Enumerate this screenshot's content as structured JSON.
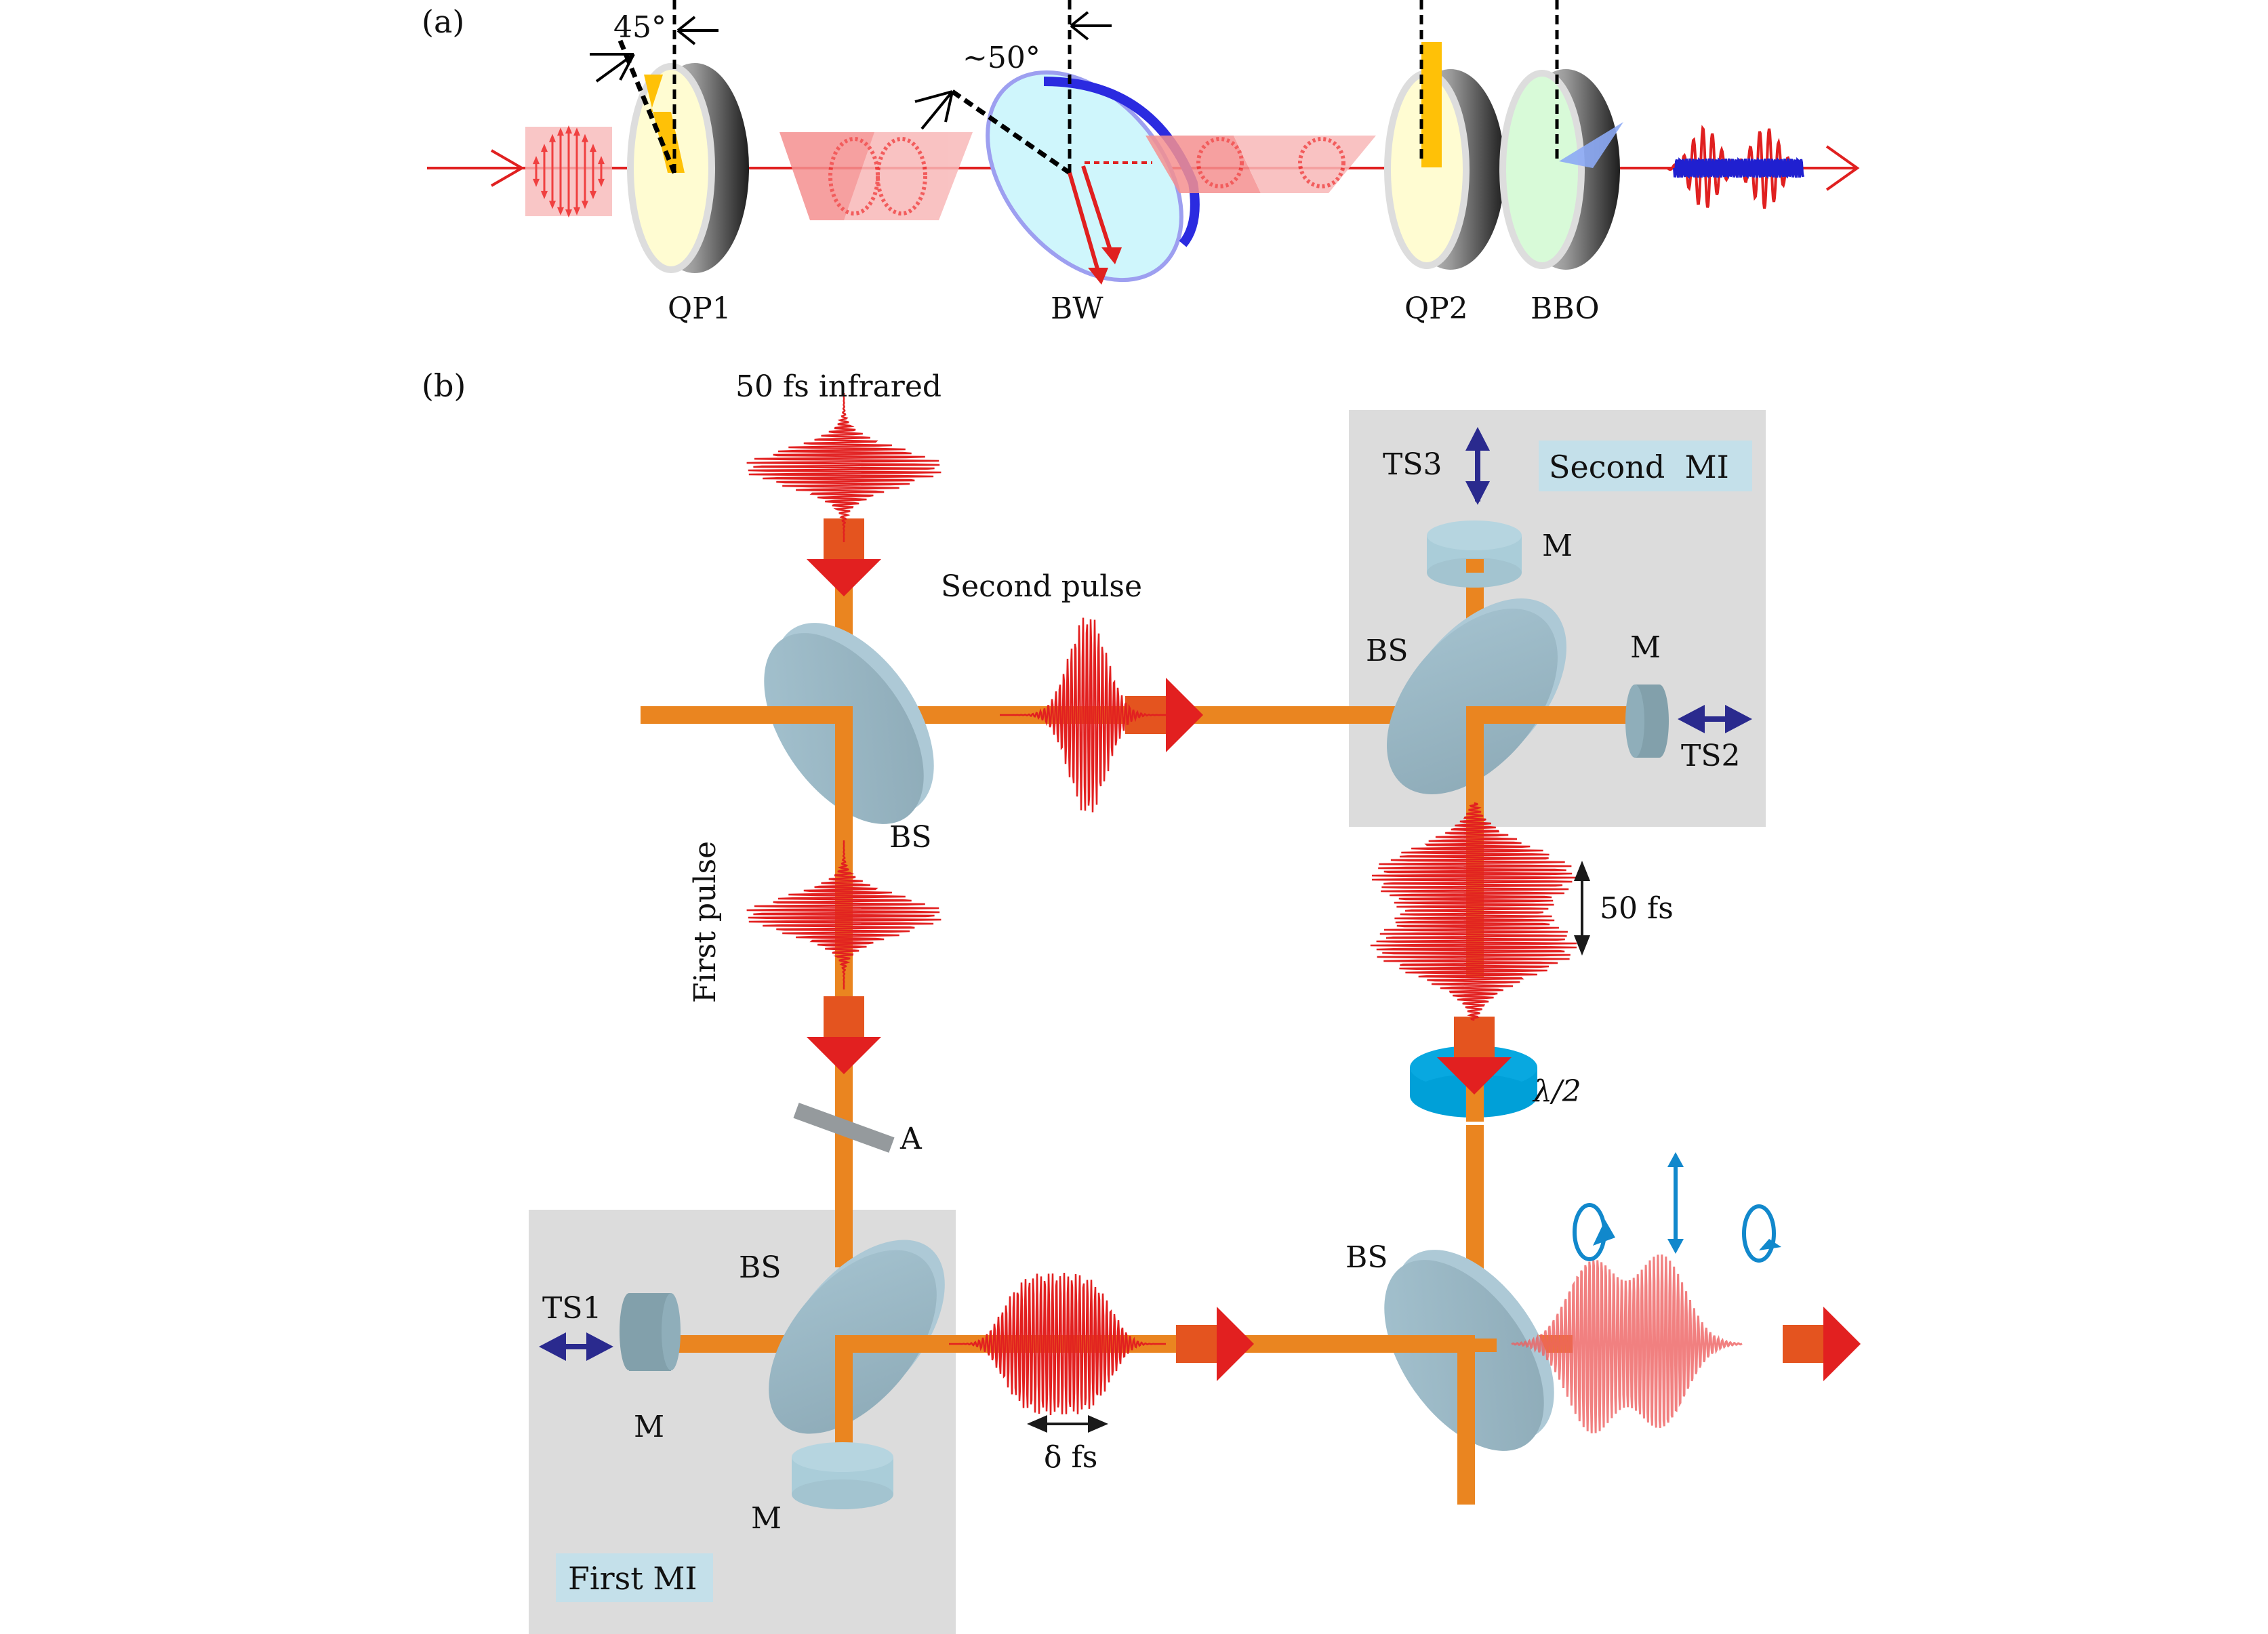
{
  "figure": {
    "panels": [
      "(a)",
      "(b)"
    ],
    "colors": {
      "beam": "#EA8520",
      "arrow_body": "#E4541F",
      "arrow_head": "#E22020",
      "pulse": "#E22020",
      "optic": "#9DB8C4",
      "optic_light": "#B2CFDB",
      "waveplate": "#00A0D8",
      "stage_arrow": "#2A2A8E",
      "polarization_arrow": "#1188CC",
      "mi_box": "#DCDCDC",
      "mi_label_bg": "#C4E0EA",
      "attenuator": "#959A9D"
    }
  },
  "panel_a": {
    "label": "(a)",
    "angle_qp1": "45°",
    "angle_bw": "~50°",
    "components": {
      "qp1": "QP1",
      "bw": "BW",
      "qp2": "QP2",
      "bbo": "BBO"
    }
  },
  "panel_b": {
    "label": "(b)",
    "input_label": "50 fs infrared",
    "second_pulse_label": "Second pulse",
    "first_pulse_label": "First pulse",
    "delay_50fs_label": "50 fs",
    "delay_delta_label": "δ fs",
    "halfwave_label": "λ/2",
    "attenuator_label": "A",
    "bs_labels": [
      "BS",
      "BS",
      "BS",
      "BS"
    ],
    "mirror_label": "M",
    "stages": [
      "TS1",
      "TS2",
      "TS3"
    ],
    "first_mi": "First MI",
    "second_mi": "Second  MI"
  }
}
